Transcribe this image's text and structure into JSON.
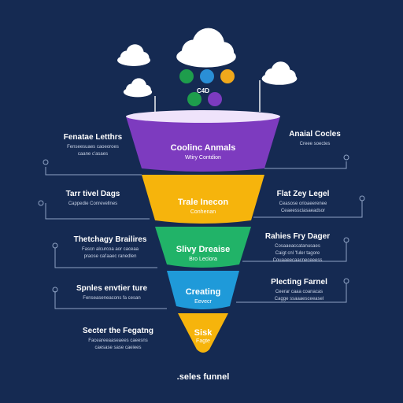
{
  "footer": ".seles funnel",
  "icon_letters": {
    "cloud_label": "C4D"
  },
  "stages": [
    {
      "title": "Coolinc Anmals",
      "subtitle": "Wtiry Contdion",
      "color": "#7d3bbf"
    },
    {
      "title": "Trale Inecon",
      "subtitle": "Conhenan",
      "color": "#f6b40c"
    },
    {
      "title": "Slivy Dreaise",
      "subtitle": "Bro Leciora",
      "color": "#21b368"
    },
    {
      "title": "Creating",
      "subtitle": "Eevecr",
      "color": "#1f9ad9"
    },
    {
      "title": "Sisk",
      "subtitle": "Fagte",
      "color": "#f6b40c"
    }
  ],
  "left_labels": [
    {
      "title": "Fenatae Letthrs",
      "subtitle": [
        "Fenseesuaes caoeoroes",
        "caane c'asaes"
      ]
    },
    {
      "title": "Tarr tivel Dags",
      "subtitle": [
        "Cappedie Conrevellnes"
      ]
    },
    {
      "title": "Thetchagy Brailires",
      "subtitle": [
        "Fascn alcurcoa aor caceaa",
        "praose cal'aaec ranedlen"
      ]
    },
    {
      "title": "Spnles envtier ture",
      "subtitle": [
        "Fenseaseneacons fa cesan"
      ]
    },
    {
      "title": "Secter the Fegatng",
      "subtitle": [
        "Faceareeaaseaees caeesns",
        "caesase sase caeiees"
      ]
    }
  ],
  "right_labels": [
    {
      "title": "Anaial Cocles",
      "subtitle": [
        "Creee soectes"
      ]
    },
    {
      "title": "Flat Zey Legel",
      "subtitle": [
        "Ceasose orioaeerenee",
        "Ceaeessciasaeadsor"
      ]
    },
    {
      "title": "Rahies Fry Dager",
      "subtitle": [
        "Cosaaeaccatanusaes",
        "Caigt cnl 'fuler tagore",
        "Couaaeecaacneceeess"
      ]
    },
    {
      "title": "Plecting Farnel",
      "subtitle": [
        "Ceerar caaa coanacas",
        "Cagge ssaaaesceeasel"
      ]
    }
  ],
  "colors": {
    "background": "#152a52",
    "connector": "#8fa3c4",
    "cloud": "#ffffff",
    "funnel_rim": "#efe3fb"
  },
  "icons": [
    {
      "name": "leaf-icon",
      "color": "#1e9d4c"
    },
    {
      "name": "globe-icon",
      "color": "#2a8fd6"
    },
    {
      "name": "drop-icon",
      "color": "#f0a81c"
    },
    {
      "name": "sprout-icon",
      "color": "#1e9d4c"
    },
    {
      "name": "pin-icon",
      "color": "#7c3bbf"
    },
    {
      "name": "wave-icon",
      "color": "#1e7fd0"
    }
  ]
}
